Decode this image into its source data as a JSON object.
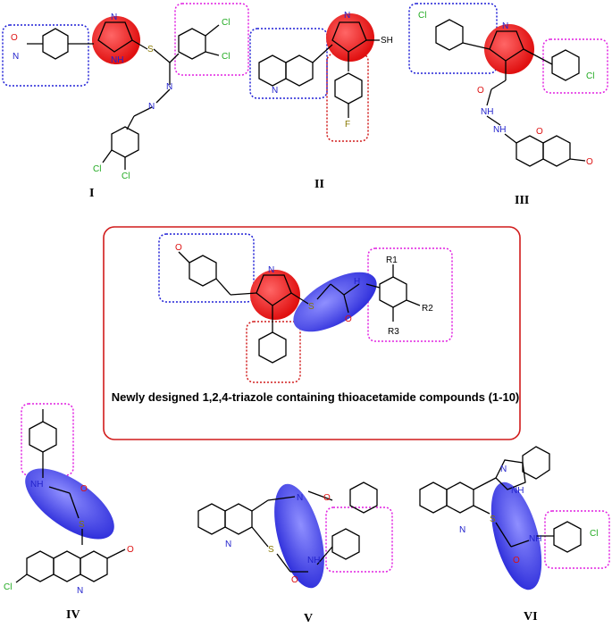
{
  "figure": {
    "caption": "Newly designed 1,2,4-triazole containing thioacetamide compounds (1-10)",
    "compound_labels": [
      "I",
      "II",
      "III",
      "IV",
      "V",
      "VI"
    ]
  },
  "atoms": {
    "n": "N",
    "nh": "NH",
    "h": "H",
    "s": "S",
    "sh": "SH",
    "o": "O",
    "cl": "Cl",
    "f": "F",
    "ome": "O",
    "r1": "R1",
    "r2": "R2",
    "r3": "R3"
  },
  "colors": {
    "blue_box": "#1f1fd6",
    "magenta_box": "#e11fe1",
    "red_box": "#d11b1b",
    "red_ring": "#ee2222",
    "blue_ellipse": "#3b3bf0",
    "cl_green": "#22aa22",
    "n_blue": "#2222cc",
    "o_red": "#dd1111",
    "s_olive": "#887700"
  }
}
